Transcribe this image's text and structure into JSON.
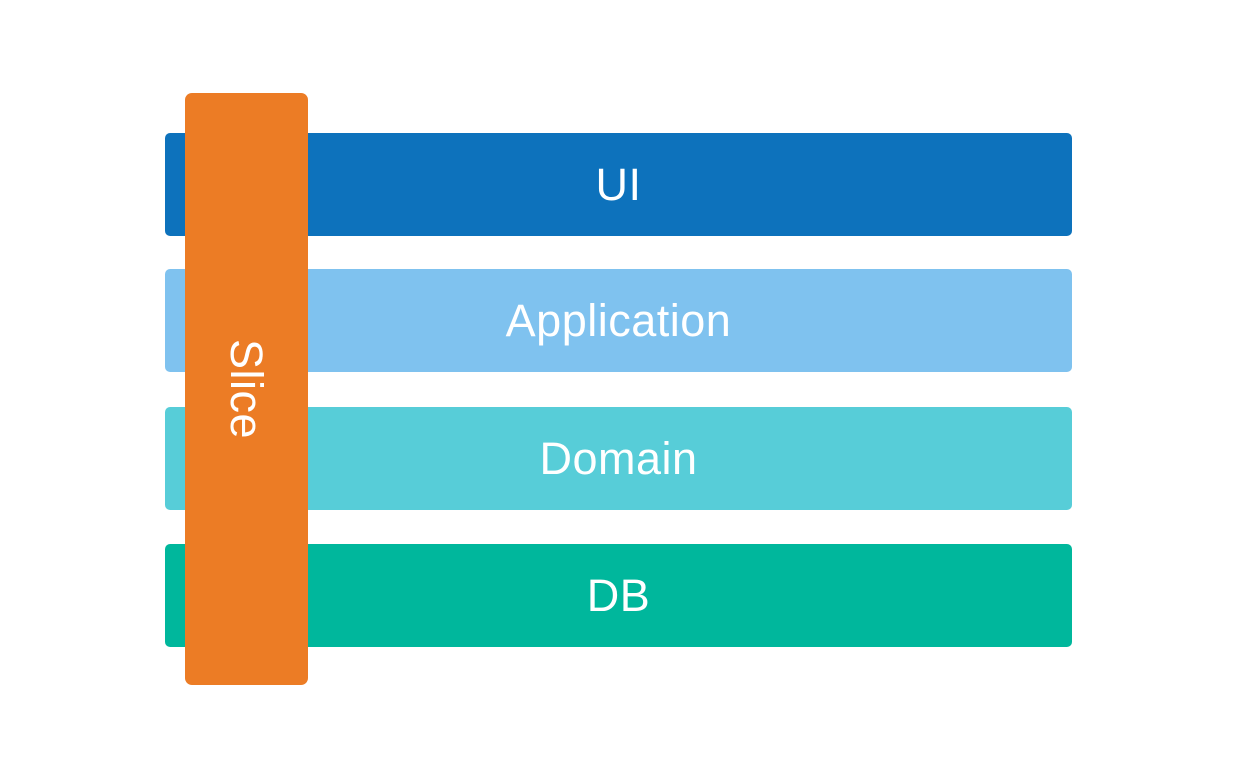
{
  "diagram": {
    "background_color": "#ffffff",
    "text_color": "#ffffff",
    "layers": [
      {
        "label": "UI",
        "color": "#0d72bc"
      },
      {
        "label": "Application",
        "color": "#7fc2ef"
      },
      {
        "label": "Domain",
        "color": "#57cdd8"
      },
      {
        "label": "DB",
        "color": "#00b79c"
      }
    ],
    "slice": {
      "label": "Slice",
      "color": "#ec7c25"
    }
  }
}
